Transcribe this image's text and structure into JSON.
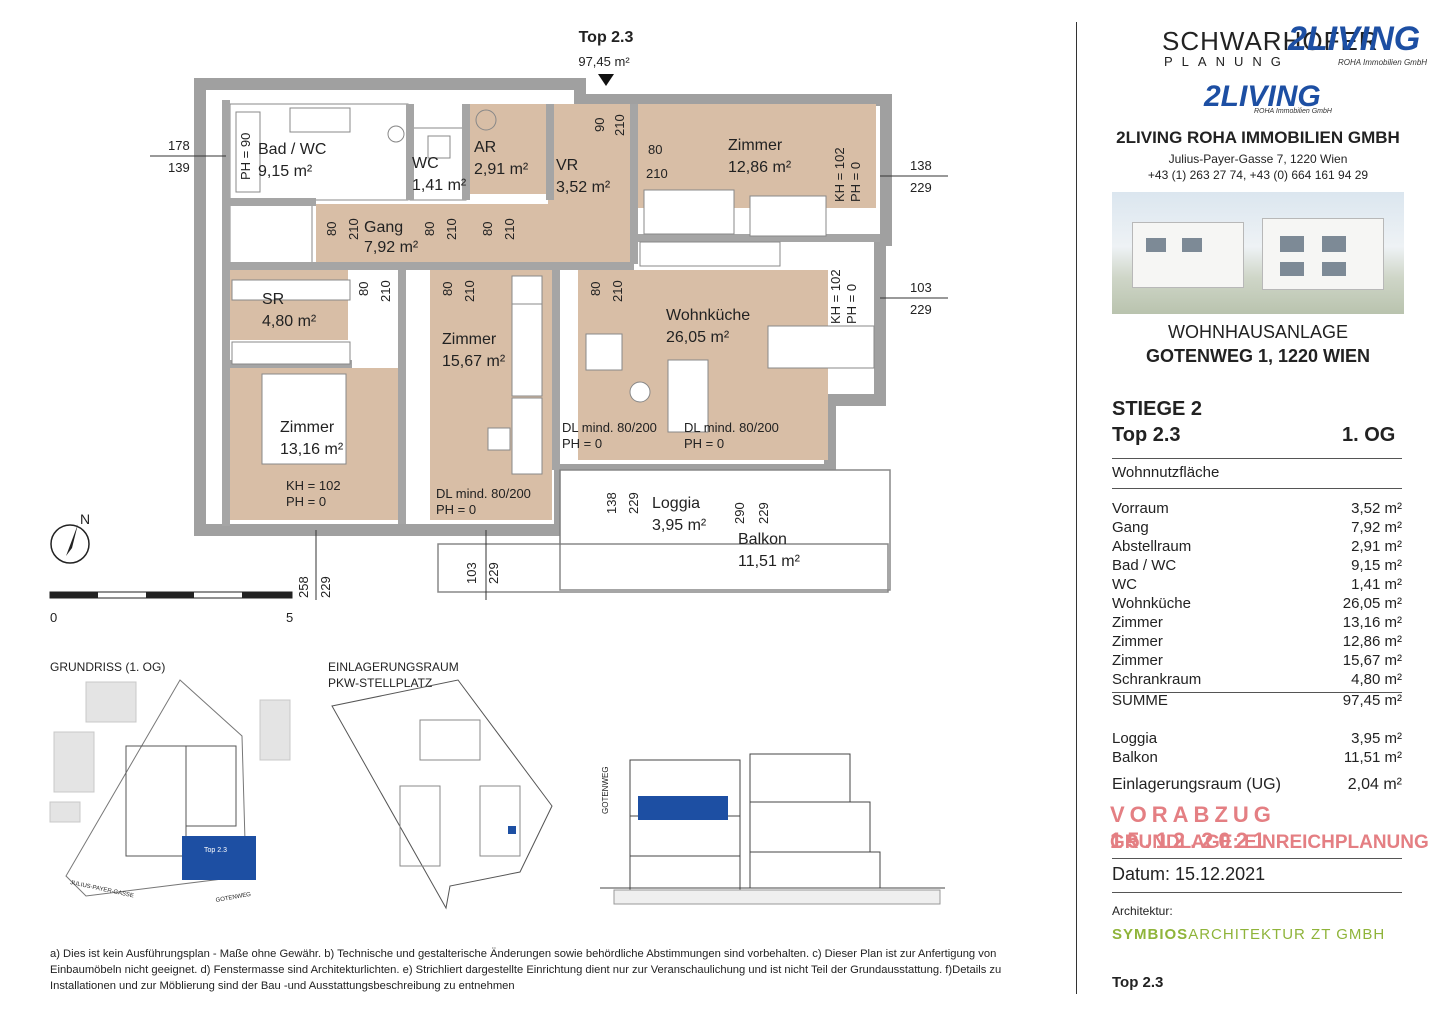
{
  "plan": {
    "unit_title": "Top 2.3",
    "unit_area": "97,45 m²",
    "rooms": [
      {
        "name": "Bad / WC",
        "area": "9,15 m²"
      },
      {
        "name": "WC",
        "area": "1,41 m²"
      },
      {
        "name": "AR",
        "area": "2,91 m²"
      },
      {
        "name": "VR",
        "area": "3,52 m²"
      },
      {
        "name": "Zimmer",
        "area": "12,86 m²"
      },
      {
        "name": "Gang",
        "area": "7,92 m²"
      },
      {
        "name": "SR",
        "area": "4,80 m²"
      },
      {
        "name": "Zimmer",
        "area": "15,67 m²"
      },
      {
        "name": "Wohnküche",
        "area": "26,05 m²"
      },
      {
        "name": "Zimmer",
        "area": "13,16 m²"
      },
      {
        "name": "Loggia",
        "area": "3,95 m²"
      },
      {
        "name": "Balkon",
        "area": "11,51 m²"
      }
    ],
    "dims": {
      "d178": "178",
      "d139": "139",
      "d138": "138",
      "d229": "229",
      "d103": "103",
      "d90": "90",
      "d210": "210",
      "d80": "80",
      "d258": "258",
      "d290": "290",
      "ph90": "PH = 90",
      "kh102": "KH = 102",
      "ph0": "PH = 0",
      "kh102b": "KH = 102",
      "ph0b": "PH = 0",
      "dl1": "DL mind. 80/200",
      "dl1ph": "PH = 0",
      "dl2": "DL mind. 80/200",
      "dl2ph": "PH = 0",
      "dl3": "DL mind. 80/200",
      "dl3ph": "PH = 0",
      "kh_zimmer": "KH = 102",
      "ph_zimmer": "PH = 0"
    },
    "north": "N",
    "scale_start": "0",
    "scale_end": "5"
  },
  "captions": {
    "grundriss": "GRUNDRISS (1. OG)",
    "einlagerung1": "EINLAGERUNGSRAUM",
    "einlagerung2": "PKW-STELLPLATZ",
    "site_top": "Top 2.3",
    "street1": "JULIUS-PAYER-GASSE",
    "street2": "GOTENWEG",
    "section_street": "GOTENWEG"
  },
  "footnote": "a) Dies ist kein Ausführungsplan - Maße ohne Gewähr. b) Technische und gestalterische Änderungen sowie behördliche Abstimmungen sind vorbehalten. c) Dieser Plan ist zur Anfertigung von Einbaumöbeln nicht geeignet. d) Fenstermasse sind Architekturlichten. e) Strichliert dargestellte Einrichtung dient nur zur Veranschaulichung und ist nicht Teil der Grundausstattung. f)Details zu Installationen und zur Möblierung sind der Bau -und Ausstattungsbeschreibung zu entnehmen",
  "panel": {
    "brand": "SCHWARHOFER",
    "brand_sub": "PLANUNG",
    "logo": "2LIVING",
    "logo_sub": "ROHA Immobilien GmbH",
    "company": "2LIVING ROHA IMMOBILIEN GMBH",
    "address": "Julius-Payer-Gasse 7, 1220 Wien",
    "phone": "+43 (1) 263 27 74, +43 (0) 664 161 94 29",
    "project1": "WOHNHAUSANLAGE",
    "project2": "GOTENWEG 1, 1220 WIEN",
    "stiege": "STIEGE 2",
    "top": "Top 2.3",
    "floor": "1. OG",
    "wnf_label": "Wohnnutzfläche",
    "areas": [
      {
        "name": "Vorraum",
        "value": "3,52 m²"
      },
      {
        "name": "Gang",
        "value": "7,92 m²"
      },
      {
        "name": "Abstellraum",
        "value": "2,91 m²"
      },
      {
        "name": "Bad / WC",
        "value": "9,15 m²"
      },
      {
        "name": "WC",
        "value": "1,41 m²"
      },
      {
        "name": "Wohnküche",
        "value": "26,05 m²"
      },
      {
        "name": "Zimmer",
        "value": "13,16 m²"
      },
      {
        "name": "Zimmer",
        "value": "12,86 m²"
      },
      {
        "name": "Zimmer",
        "value": "15,67 m²"
      },
      {
        "name": "Schrankraum",
        "value": "4,80 m²"
      }
    ],
    "sum": {
      "name": "SUMME",
      "value": "97,45 m²"
    },
    "extra": [
      {
        "name": "Loggia",
        "value": "3,95 m²"
      },
      {
        "name": "Balkon",
        "value": "11,51 m²"
      }
    ],
    "storage": {
      "name": "Einlagerungsraum (UG)",
      "value": "2,04 m²"
    },
    "vorabzug": "VORABZUG 15.12.2021",
    "grundlage": "GRUNDLAGE: EINREICHPLANUNG",
    "datum": "Datum: 15.12.2021",
    "architekt_label": "Architektur:",
    "architekt_bold": "SYMBIOS",
    "architekt_rest": "ARCHITEKTUR ZT GMBH",
    "footer_top": "Top 2.3"
  },
  "colors": {
    "floor": "#d8bea6",
    "wall": "#9a9a9a",
    "accent": "#1d4fa3",
    "stamp": "#e47f83",
    "architect": "#8fb43a"
  }
}
